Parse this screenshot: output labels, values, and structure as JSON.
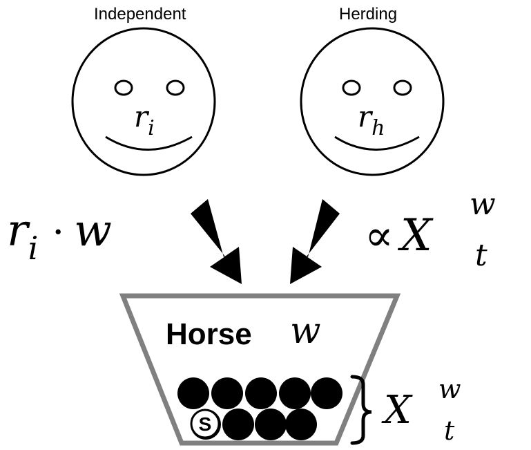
{
  "labels": {
    "independent": "Independent",
    "herding": "Herding"
  },
  "faces": {
    "independent": {
      "base": "r",
      "sub": "i"
    },
    "herding": {
      "base": "r",
      "sub": "h"
    }
  },
  "left_formula": {
    "base": "r",
    "sub": "i",
    "op": "·",
    "var": "w"
  },
  "right_formula": {
    "prop": "∝",
    "base": "X",
    "sup": "w",
    "sub": "t"
  },
  "container": {
    "word": "Horse",
    "var": "w"
  },
  "brace_formula": {
    "base": "X",
    "sup": "w",
    "sub": "t"
  },
  "special_ball": "S",
  "balls": {
    "top_row_count": 5,
    "bottom_row_count": 4
  },
  "colors": {
    "outline": "#000000",
    "container": "#808080",
    "ball": "#000000"
  }
}
